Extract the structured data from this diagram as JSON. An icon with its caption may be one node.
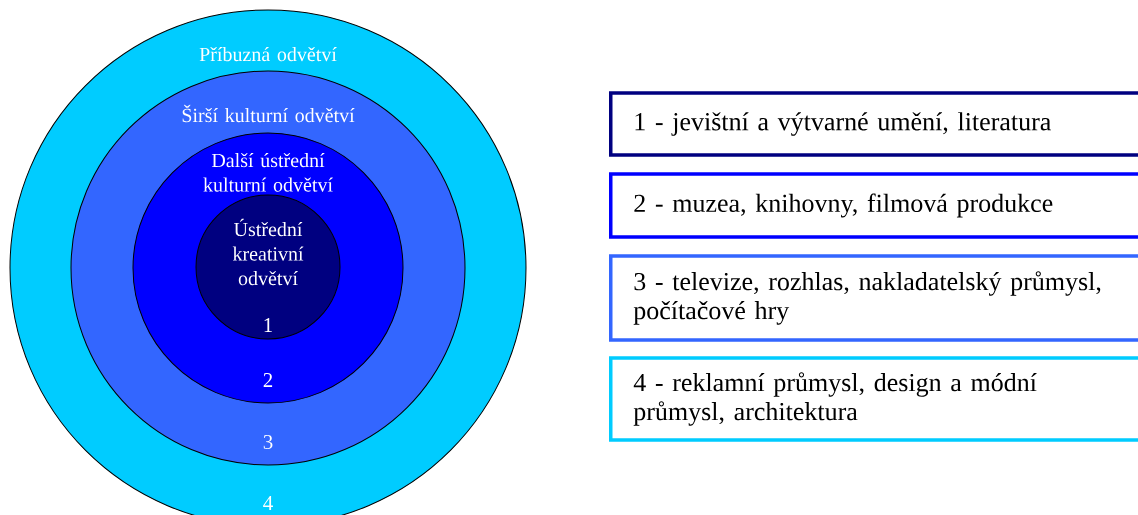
{
  "diagram": {
    "nodes": [
      {
        "text": [
          "Příbuzná odvětví",
          "4"
        ]
      },
      {
        "text": [
          "Širší kulturní odvětví",
          "3"
        ],
        "in": 0
      },
      {
        "text": [
          "Další  ústřední kulturní odvětví",
          "2"
        ],
        "in": 1
      },
      {
        "text": [
          "Ústřední kreativní odvětví",
          "1"
        ],
        "in": 2
      },
      {
        "text": [
          "1 - jevištní a výtvarné umění, literatura"
        ]
      },
      {
        "text": [
          "2 - muzea, knihovny, filmová produkce"
        ]
      },
      {
        "text": [
          "3 - televize, rozhlas, nakladatelský průmysl, počítačové hry"
        ]
      },
      {
        "text": [
          "4 - reklamní průmysl, design a módní průmysl, architektura"
        ]
      }
    ]
  }
}
